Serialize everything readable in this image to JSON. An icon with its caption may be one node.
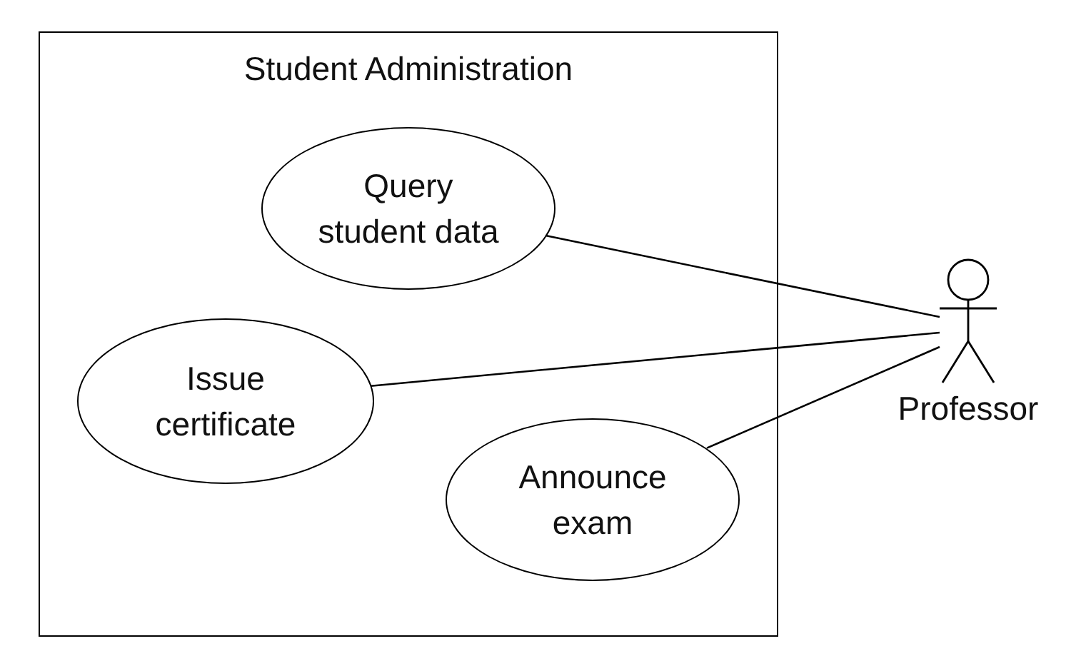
{
  "diagram": {
    "nodes": [
      {
        "text": [
          "Student Administration"
        ]
      },
      {
        "text": [
          "Query student data"
        ],
        "in": 0
      },
      {
        "text": [
          "Issue certificate"
        ],
        "in": 0
      },
      {
        "text": [
          "Announce exam"
        ],
        "in": 0
      },
      {
        "text": [
          "Professor"
        ]
      }
    ],
    "edges": [
      {
        "from": 1,
        "to": 4,
        "arrow": "none"
      },
      {
        "from": 2,
        "to": 4,
        "arrow": "none"
      },
      {
        "from": 3,
        "to": 4,
        "arrow": "none"
      }
    ]
  }
}
